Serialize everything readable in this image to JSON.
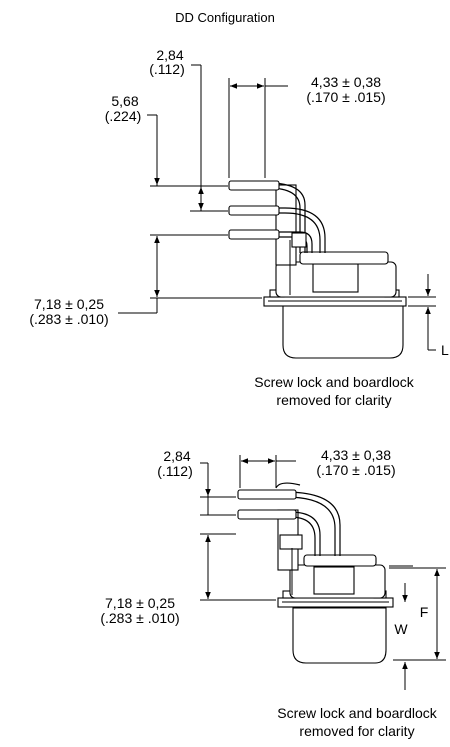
{
  "title": "DD Configuration",
  "top": {
    "dim_pitch": {
      "metric": "2,84",
      "inch": "(.112)"
    },
    "dim_row": {
      "metric": "5,68",
      "inch": "(.224)"
    },
    "dim_offset": {
      "metric": "4,33 ± 0,38",
      "inch": "(.170 ± .015)"
    },
    "dim_height": {
      "metric": "7,18 ± 0,25",
      "inch": "(.283 ± .010)"
    },
    "dim_l": "L",
    "caption": [
      "Screw lock and boardlock",
      "removed for clarity"
    ]
  },
  "bottom": {
    "dim_pitch": {
      "metric": "2,84",
      "inch": "(.112)"
    },
    "dim_offset": {
      "metric": "4,33 ± 0,38",
      "inch": "(.170 ± .015)"
    },
    "dim_height": {
      "metric": "7,18 ± 0,25",
      "inch": "(.283 ± .010)"
    },
    "dim_w": "W",
    "dim_f": "F",
    "caption": [
      "Screw lock and boardlock",
      "removed for clarity"
    ]
  }
}
